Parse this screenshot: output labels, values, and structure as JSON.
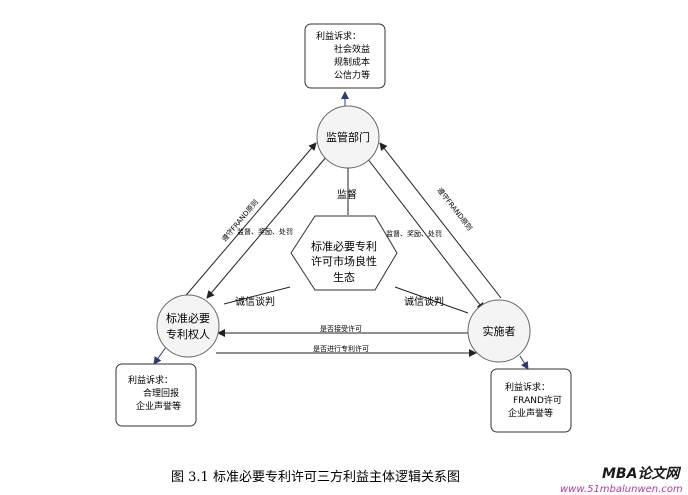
{
  "nodes": {
    "regulator": "监管部门",
    "patentee_line1": "标准必要",
    "patentee_line2": "专利权人",
    "implementer": "实施者",
    "center_line1": "标准必要专利",
    "center_line2": "许可市场良性",
    "center_line3": "生态"
  },
  "boxes": {
    "top": {
      "title": "利益诉求：",
      "items": [
        "社会效益",
        "规制成本",
        "公信力等"
      ]
    },
    "left": {
      "title": "利益诉求：",
      "items": [
        "合理回报",
        "企业声誉等"
      ]
    },
    "right": {
      "title": "利益诉求：",
      "items": [
        "FRAND许可",
        "企业声誉等"
      ]
    }
  },
  "edge_labels": {
    "left_outer": "遵守FRAND原则",
    "left_inner": "监督、奖励、处罚",
    "right_outer": "遵守FRAND原则",
    "right_inner": "监督、奖励、处罚",
    "supervise": "监督",
    "good_faith_left": "诚信谈判",
    "good_faith_right": "诚信谈判",
    "accept_license": "是否接受许可",
    "grant_license": "是否进行专利许可"
  },
  "caption": "图 3.1  标准必要专利许可三方利益主体逻辑关系图",
  "watermark": {
    "brand": "MBA论文网",
    "url": "www.51mbalunwen.com"
  }
}
